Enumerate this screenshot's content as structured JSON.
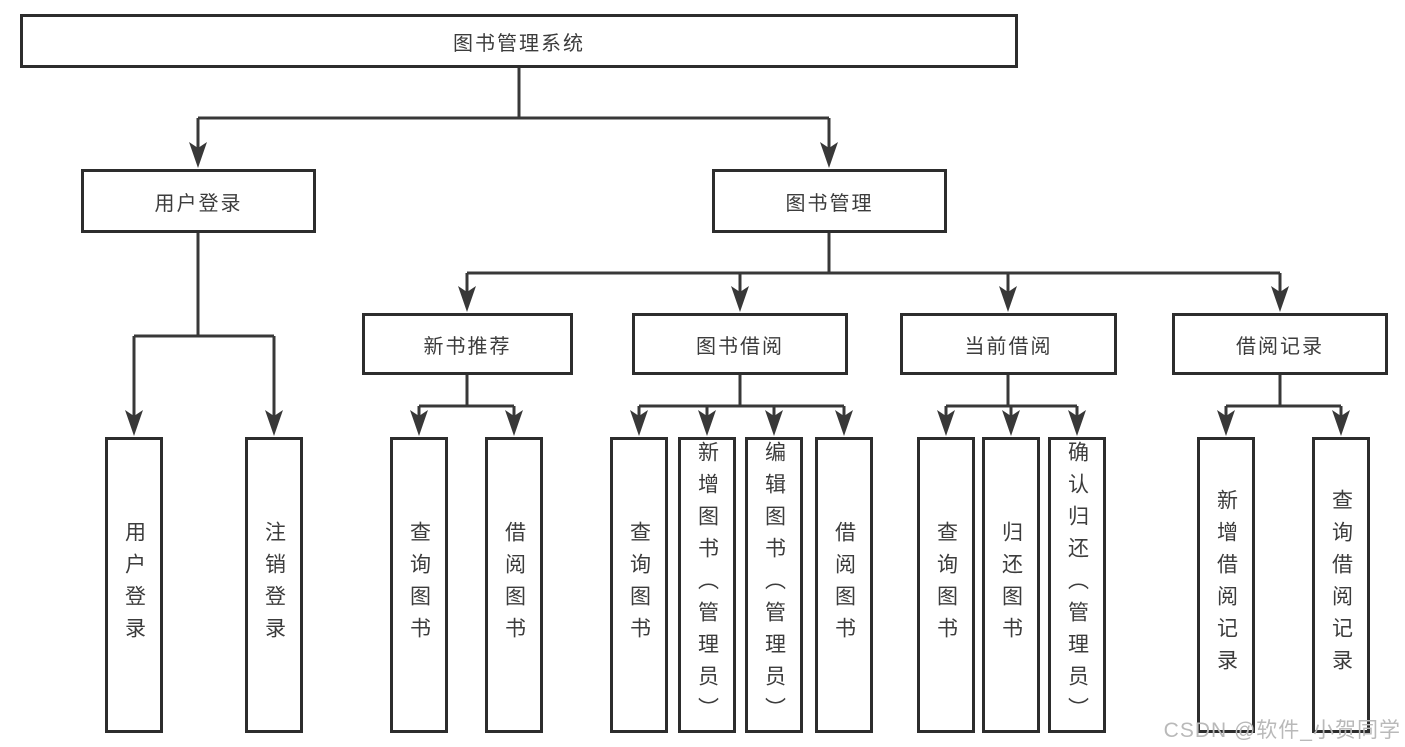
{
  "diagram": {
    "root": {
      "label": "图书管理系统"
    },
    "level2": [
      {
        "label": "用户登录"
      },
      {
        "label": "图书管理"
      }
    ],
    "level3": [
      {
        "label": "新书推荐",
        "parent": "图书管理"
      },
      {
        "label": "图书借阅",
        "parent": "图书管理"
      },
      {
        "label": "当前借阅",
        "parent": "图书管理"
      },
      {
        "label": "借阅记录",
        "parent": "图书管理"
      }
    ],
    "leaves": [
      {
        "label": "用户登录",
        "parent": "用户登录"
      },
      {
        "label": "注销登录",
        "parent": "用户登录"
      },
      {
        "label": "查询图书",
        "parent": "新书推荐"
      },
      {
        "label": "借阅图书",
        "parent": "新书推荐"
      },
      {
        "label": "查询图书",
        "parent": "图书借阅"
      },
      {
        "label": "新增图书（管理员）",
        "parent": "图书借阅"
      },
      {
        "label": "编辑图书（管理员）",
        "parent": "图书借阅"
      },
      {
        "label": "借阅图书",
        "parent": "图书借阅"
      },
      {
        "label": "查询图书",
        "parent": "当前借阅"
      },
      {
        "label": "归还图书",
        "parent": "当前借阅"
      },
      {
        "label": "确认归还（管理员）",
        "parent": "当前借阅"
      },
      {
        "label": "新增借阅记录",
        "parent": "借阅记录"
      },
      {
        "label": "查询借阅记录",
        "parent": "借阅记录"
      }
    ]
  },
  "watermark": "CSDN @软件_小贺同学",
  "colors": {
    "line": "#383838",
    "border": "#2d2d2d",
    "text": "#3c3c3c",
    "watermark": "#b9b9b9",
    "background": "#ffffff"
  }
}
